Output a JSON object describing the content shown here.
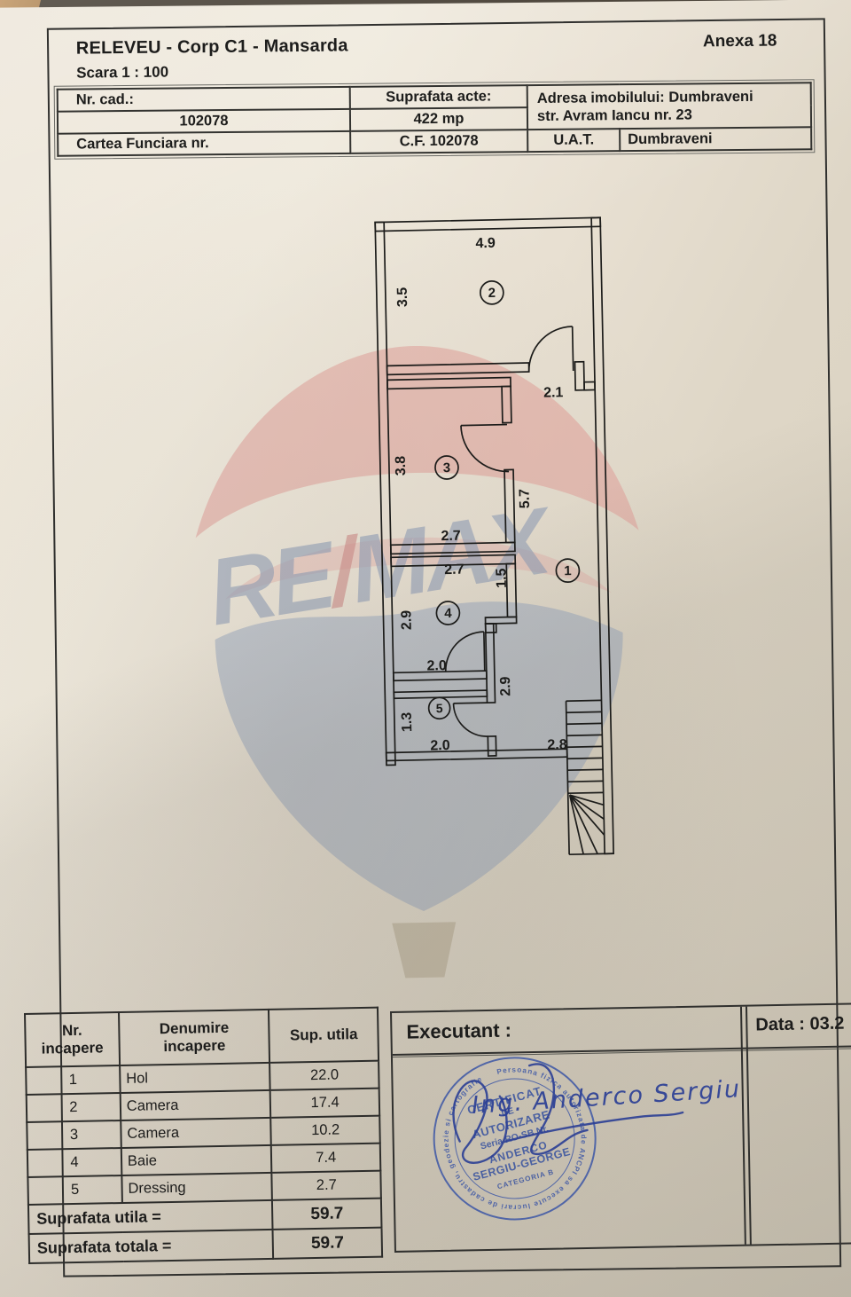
{
  "header": {
    "title": "RELEVEU - Corp C1 - Mansarda",
    "scale": "Scara 1 : 100",
    "annex": "Anexa 18",
    "info": {
      "nr_cad_label": "Nr. cad.:",
      "nr_cad_value": "102078",
      "suprafata_label": "Suprafata acte:",
      "suprafata_value": "422 mp",
      "adresa_line1": "Adresa imobilului: Dumbraveni",
      "adresa_line2": "str. Avram Iancu nr. 23",
      "cartea_label": "Cartea Funciara  nr.",
      "cf_value": "C.F. 102078",
      "uat_label": "U.A.T.",
      "uat_value": "Dumbraveni"
    }
  },
  "floor_plan": {
    "dims": [
      "4.9",
      "3.5",
      "2.1",
      "3.8",
      "5.7",
      "2.7",
      "2.7",
      "1.5",
      "2.9",
      "2.0",
      "2.9",
      "1.3",
      "2.0",
      "2.8"
    ],
    "rooms": [
      "1",
      "2",
      "3",
      "4",
      "5"
    ]
  },
  "watermark": {
    "re": "RE",
    "slash": "/",
    "max": "MAX"
  },
  "room_table": {
    "headers": {
      "nr_line1": "Nr.",
      "nr_line2": "incapere",
      "den_line1": "Denumire",
      "den_line2": "incapere",
      "sup": "Sup. utila"
    },
    "rows": [
      {
        "nr": "1",
        "name": "Hol",
        "area": "22.0"
      },
      {
        "nr": "2",
        "name": "Camera",
        "area": "17.4"
      },
      {
        "nr": "3",
        "name": "Camera",
        "area": "10.2"
      },
      {
        "nr": "4",
        "name": "Baie",
        "area": "7.4"
      },
      {
        "nr": "5",
        "name": "Dressing",
        "area": "2.7"
      }
    ],
    "totals": [
      {
        "label": "Suprafata utila =",
        "value": "59.7"
      },
      {
        "label": "Suprafata totala =",
        "value": "59.7"
      }
    ]
  },
  "executant": {
    "label": "Executant :",
    "date_label": "Data : 03.2",
    "handwritten_name": "Ing. Anderco Sergiu",
    "stamp": {
      "ring_text": "Persoana fizica autorizata de ANCPI sa execute lucrari de cadastru, geodezie si cartografie",
      "line1": "CERTIFICAT",
      "line2": "DE",
      "line3": "AUTORIZARE",
      "line4": "Seria RO-SB Nr.",
      "line5": "ANDERCO",
      "line6": "SERGIU-GEORGE",
      "line7": "CATEGORIA B"
    }
  },
  "colors": {
    "paper": "#e8e0d2",
    "ink_print": "#1d1d1c",
    "ink_stamp_blue": "#3d57a6",
    "ink_pen_blue": "#2b3f95",
    "watermark_red": "#e09b95",
    "watermark_blue": "#95a5bf",
    "desk_wood": "#a67a46"
  }
}
